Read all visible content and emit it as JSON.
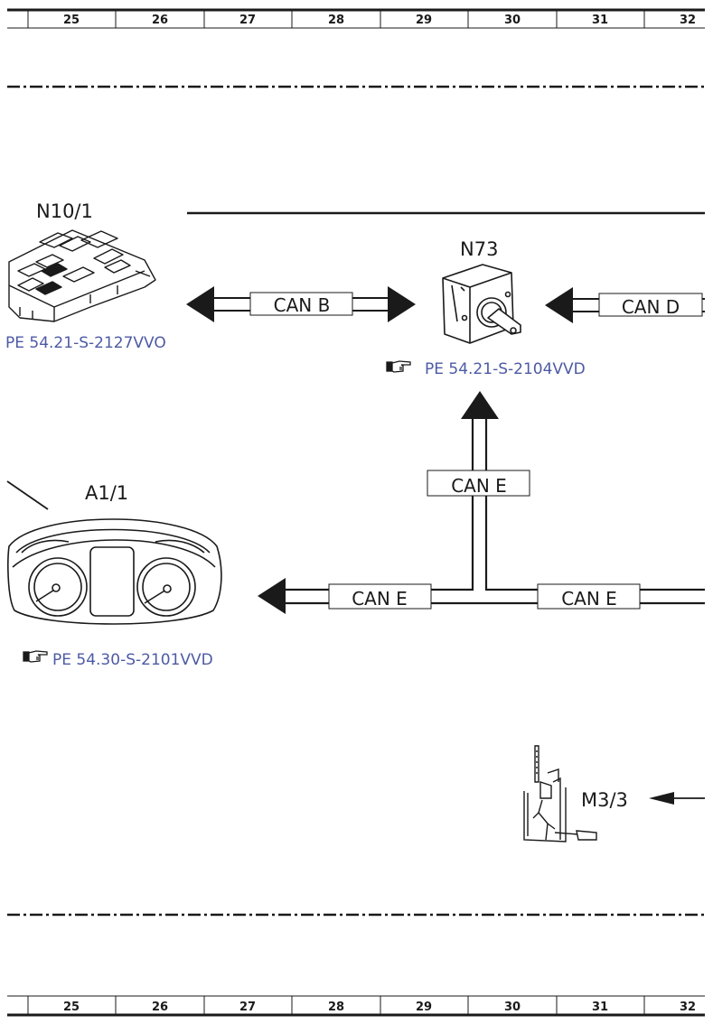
{
  "grid_columns": [
    "25",
    "26",
    "27",
    "28",
    "29",
    "30",
    "31",
    "32"
  ],
  "components": {
    "n10_1": {
      "label": "N10/1",
      "reference": "PE 54.21-S-2127VVO"
    },
    "n73": {
      "label": "N73",
      "reference": "PE 54.21-S-2104VVD"
    },
    "a1_1": {
      "label": "A1/1",
      "reference": "PE 54.30-S-2101VVD"
    },
    "m3_3": {
      "label": "M3/3"
    }
  },
  "buses": {
    "can_b": "CAN B",
    "can_d": "CAN D",
    "can_e_vertical": "CAN E",
    "can_e_left": "CAN E",
    "can_e_right": "CAN E"
  },
  "colors": {
    "line": "#1a1a1a",
    "reference_link": "#4d5aa5"
  },
  "icons": {
    "reference_pointer": "pointing-hand-icon"
  }
}
